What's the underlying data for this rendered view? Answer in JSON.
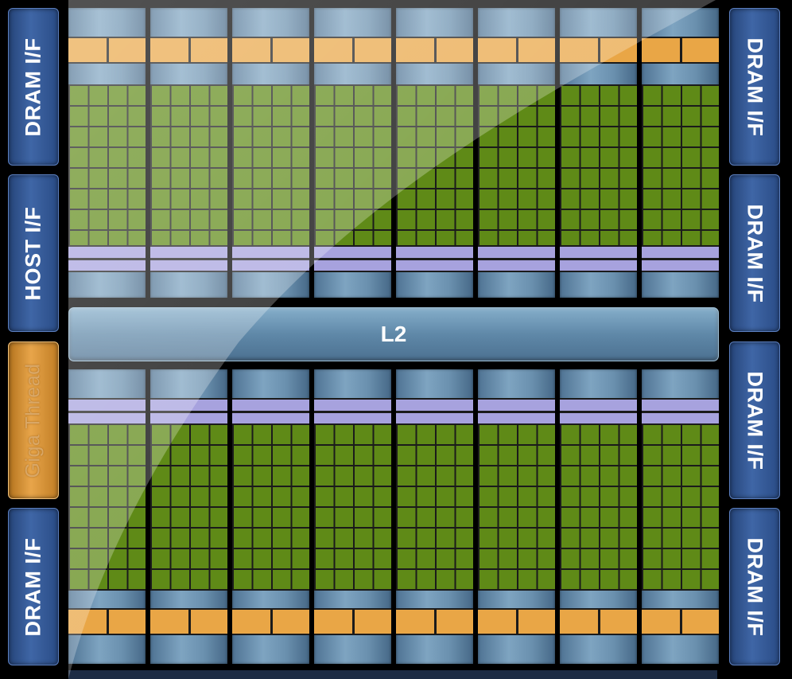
{
  "left_column": [
    {
      "label": "DRAM I/F"
    },
    {
      "label": "HOST I/F"
    },
    {
      "label": "Giga Thread"
    },
    {
      "label": "DRAM I/F"
    }
  ],
  "right_column": [
    {
      "label": "DRAM I/F"
    },
    {
      "label": "DRAM I/F"
    },
    {
      "label": "DRAM I/F"
    },
    {
      "label": "DRAM I/F"
    }
  ],
  "l2_cache": {
    "label": "L2"
  },
  "colors": {
    "dram_block": "#3f66a6",
    "giga_thread_block": "#e8a54a",
    "core_grid": "#5f8a17",
    "load_store": "#a7a2de",
    "special_unit": "#e9a646",
    "sm_frame": "#7ea4c1",
    "background": "#000000"
  }
}
